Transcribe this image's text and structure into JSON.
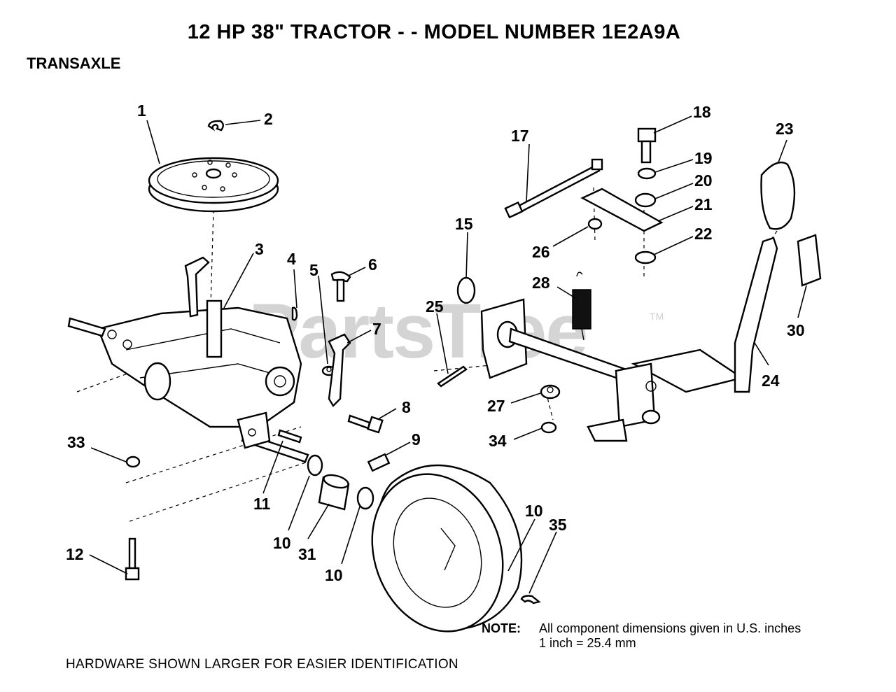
{
  "title": "12 HP 38\" TRACTOR - - MODEL NUMBER 1E2A9A",
  "section": "TRANSAXLE",
  "watermark": "PartsTree",
  "watermark_tm": "TM",
  "note": {
    "label": "NOTE:",
    "line1": "All component dimensions given in U.S. inches",
    "line2": "1 inch = 25.4 mm"
  },
  "footer": "HARDWARE SHOWN LARGER FOR EASIER IDENTIFICATION",
  "callouts": {
    "c1": "1",
    "c2": "2",
    "c3": "3",
    "c4": "4",
    "c5": "5",
    "c6": "6",
    "c7": "7",
    "c8": "8",
    "c9": "9",
    "c10a": "10",
    "c10b": "10",
    "c10c": "10",
    "c11": "11",
    "c12": "12",
    "c15": "15",
    "c17": "17",
    "c18": "18",
    "c19": "19",
    "c20": "20",
    "c21": "21",
    "c22": "22",
    "c23": "23",
    "c24": "24",
    "c25": "25",
    "c26": "26",
    "c27": "27",
    "c28": "28",
    "c30": "30",
    "c31": "31",
    "c33": "33",
    "c34": "34",
    "c35": "35"
  }
}
